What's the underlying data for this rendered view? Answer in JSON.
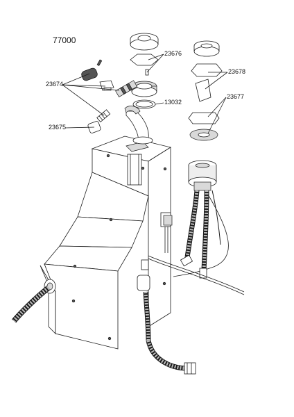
{
  "diagram": {
    "model_number": "77000",
    "callouts": [
      {
        "id": "c23674",
        "text": "23674"
      },
      {
        "id": "c23675",
        "text": "23675"
      },
      {
        "id": "c23676",
        "text": "23676"
      },
      {
        "id": "c13032",
        "text": "13032"
      },
      {
        "id": "c23678",
        "text": "23678"
      },
      {
        "id": "c23677",
        "text": "23677"
      }
    ]
  }
}
